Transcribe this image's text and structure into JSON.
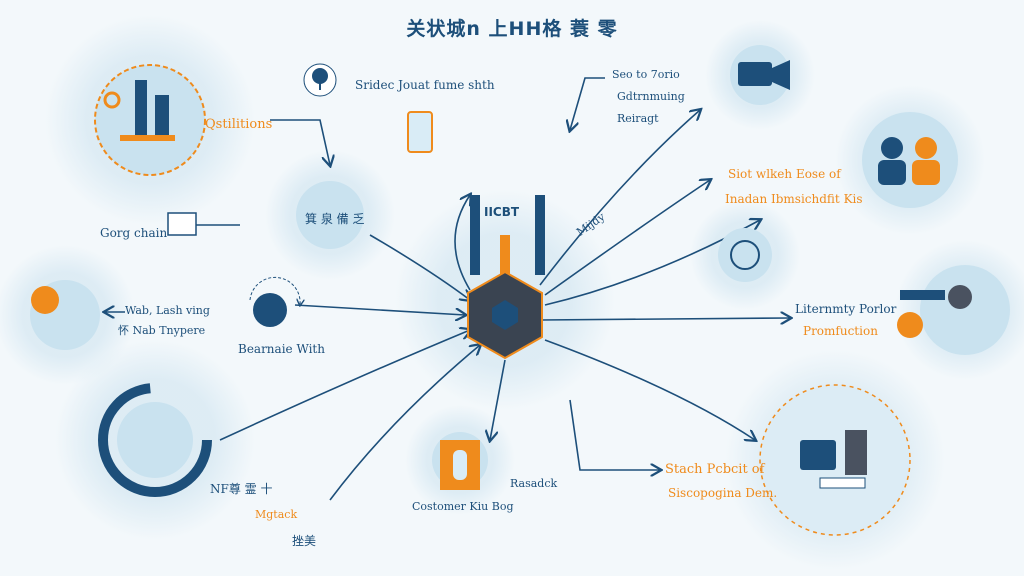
{
  "title": "关状城n 上HH格 蓑 零",
  "colors": {
    "primary": "#1d4f7a",
    "accent": "#ef8b1c",
    "light": "#c9e2ef",
    "background": "#f3f8fb"
  },
  "center": {
    "label": "IICBT",
    "icon": "hexagon-hub-icon"
  },
  "nodes": {
    "top_left": {
      "label": "Qstilitions"
    },
    "top_tree": {
      "label": "Sridec Jouat fume shth"
    },
    "mid_left_circle": {
      "label": "箕 泉 備 乏"
    },
    "gorg": {
      "label": "Gorg chain"
    },
    "left": {
      "line1": "Wab, Lash ving",
      "line2": "怀 Nab Tnypere"
    },
    "cycle": {
      "label": "Bearnaie With"
    },
    "bottom_left_a": {
      "label": "NF尊 霊 十"
    },
    "bottom_left_b": {
      "label": "Mgtack"
    },
    "bottom_left_c": {
      "label": "挫美"
    },
    "bottom_center": {
      "label": "Costomer Kiu Bog",
      "side": "Rasadck"
    },
    "top_right": {
      "line1": "Seo to 7orio",
      "line2": "Gdtrnmuing",
      "line3": "Reiragt"
    },
    "right_people": {
      "line1": "Siot wlkeh Eose of",
      "line2": "Inadan Ibmsichdfit Kis"
    },
    "right_mid": {
      "line1": "Liternmty Porlor",
      "line2": "Promfuction"
    },
    "bottom_right": {
      "line1": "Stach Pcbcit of",
      "line2": "Siscopogina Dem."
    },
    "diagonal": {
      "label": "Mijdy"
    }
  }
}
